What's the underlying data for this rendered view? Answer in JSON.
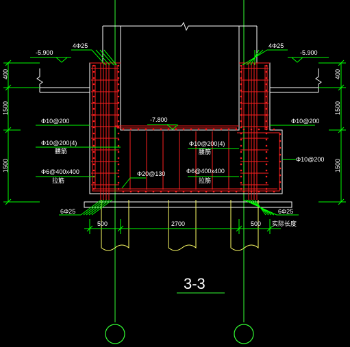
{
  "drawing": {
    "section_title": "3-3",
    "colors": {
      "background": "#000000",
      "concrete": "#ffffff",
      "rebar": "#ff2020",
      "rebar_bright": "#ff4a4a",
      "text": "#ffffff",
      "dimension": "#00ff00",
      "annotation": "#d8d84a",
      "pile": "#ffff66",
      "axis": "#33ff33"
    },
    "levels": {
      "left_top": "-5.900",
      "right_top": "-5.900",
      "inner_floor": "-7.800"
    },
    "top_bars": {
      "left": "4Φ25",
      "right": "4Φ25"
    },
    "left_labels": {
      "row1": "Φ10@200",
      "row2": "Φ10@200(4)",
      "row2_note": "腰筋",
      "row3": "Φ6@400x400",
      "row3_note": "拉筋"
    },
    "center_labels": {
      "row2": "Φ10@200(4)",
      "row2_note": "腰筋",
      "row3": "Φ6@400x400",
      "row3_note": "拉筋",
      "bottom_bar": "Φ20@130"
    },
    "right_labels": {
      "row1": "Φ10@200",
      "wall_bar": "Φ10@200"
    },
    "bottom_bars": {
      "left": "6Φ25",
      "right": "6Φ25"
    },
    "bottom_dimensions": {
      "left": "500",
      "middle": "2700",
      "right": "500",
      "note": "实际长度"
    },
    "left_dimensions": {
      "d1": "400",
      "d2": "1500",
      "d3": "1500"
    },
    "right_dimensions": {
      "d1": "400",
      "d2": "1500",
      "d3": "1500"
    }
  }
}
